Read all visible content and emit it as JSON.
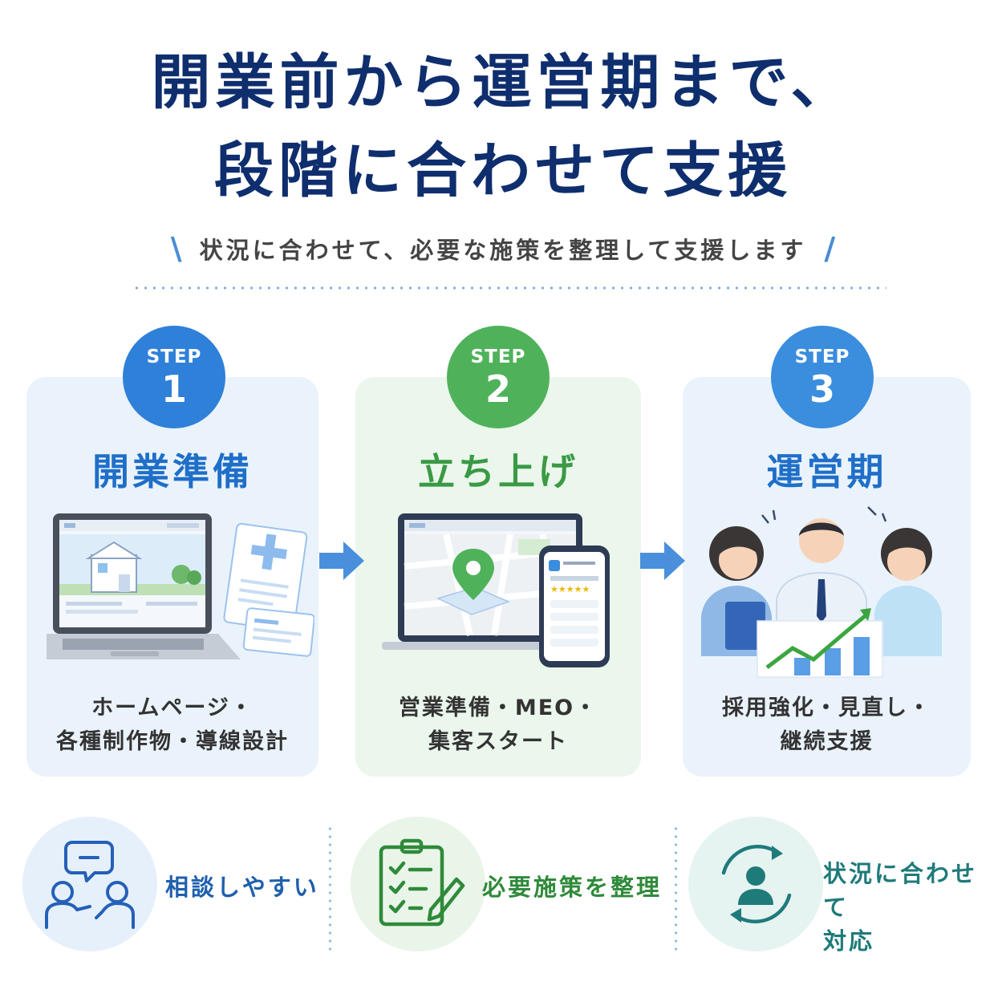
{
  "header": {
    "title_line1": "開業前から運営期まで、",
    "title_line2": "段階に合わせて支援",
    "subtitle": "状況に合わせて、必要な施策を整理して支援します",
    "slash_left": "\\",
    "slash_right": "/"
  },
  "steps": [
    {
      "badge_label": "STEP",
      "number": "1",
      "title": "開業準備",
      "desc_line1": "ホームページ・",
      "desc_line2": "各種制作物・導線設計",
      "color": "#2f80d8"
    },
    {
      "badge_label": "STEP",
      "number": "2",
      "title": "立ち上げ",
      "desc_line1": "営業準備・MEO・",
      "desc_line2": "集客スタート",
      "color": "#4fb25b"
    },
    {
      "badge_label": "STEP",
      "number": "3",
      "title": "運営期",
      "desc_line1": "採用強化・見直し・",
      "desc_line2": "継続支援",
      "color": "#3b8ddd"
    }
  ],
  "features": [
    {
      "label": "相談しやすい",
      "icon": "consultation-people-icon"
    },
    {
      "label": "必要施策を整理",
      "icon": "clipboard-checklist-icon"
    },
    {
      "label_line1": "状況に合わせて",
      "label_line2": "対応",
      "icon": "person-cycle-icon"
    }
  ],
  "colors": {
    "navy": "#0f2e6e",
    "blue": "#2f80d8",
    "green": "#4fb25b",
    "teal": "#1f7a7a"
  }
}
